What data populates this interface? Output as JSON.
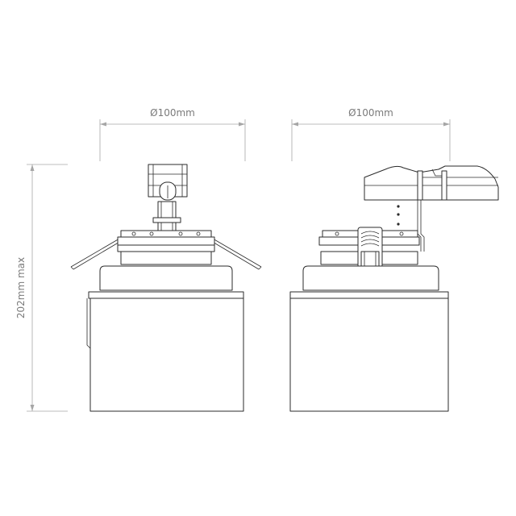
{
  "dimensions": {
    "left_width": "Ø100mm",
    "right_width": "Ø100mm",
    "height": "202mm max"
  },
  "colors": {
    "line": "#2b2b2b",
    "dimension_line": "#a6a6a6",
    "dimension_text": "#7a7a7a",
    "background": "#ffffff"
  }
}
